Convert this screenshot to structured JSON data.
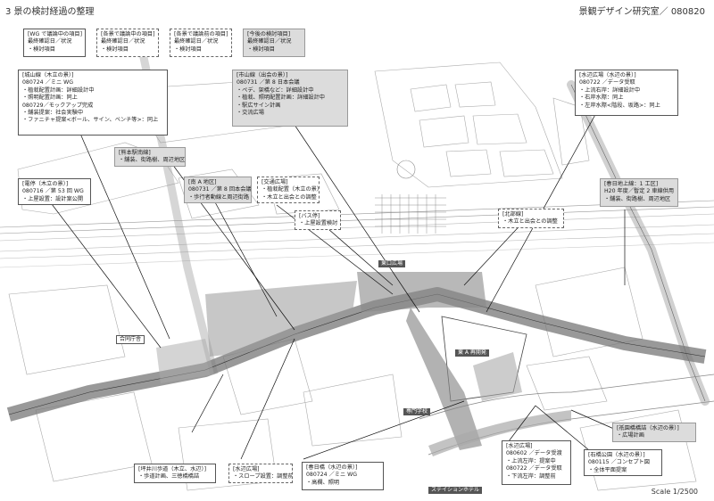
{
  "header": {
    "title": "3 景の検討経過の整理",
    "office": "景観デザイン研究室／ 080820"
  },
  "legend": [
    {
      "heading": "[WG で議論中の項目]",
      "lines": [
        "最終確認日／状況",
        "・検討項目"
      ]
    },
    {
      "heading": "[各景で議論中の項目]",
      "lines": [
        "最終確認日／状況",
        "・検討項目"
      ]
    },
    {
      "heading": "[各景で議論前の項目]",
      "lines": [
        "最終確認日／状況",
        "・検討項目"
      ]
    },
    {
      "heading": "[今後の検討項目]",
      "lines": [
        "最終確認日／状況",
        "・検討項目"
      ]
    }
  ],
  "callouts": {
    "shiroyama": {
      "heading": "[城山線（木立の景）]",
      "lines": [
        "080724 ／ミニ WG",
        "・植栽配置計画：詳細設計中",
        "・照明配置計画：同上",
        "080729／モックアップ完成",
        "・舗装提案：社会実験中",
        "・ファニチャ提案<ボール、サイン、ベンチ等>：同上"
      ]
    },
    "ichiyama": {
      "heading": "[市山線（出会の景）]",
      "lines": [
        "080731 ／第 8 日本会議",
        "・ペデ、架橋など：詳細設計中",
        "・植栽、照明配置計画：詳細設計中",
        "・駅広サイン計画",
        "・交流広場"
      ]
    },
    "mizube_square": {
      "heading": "[水辺広場（水辺の景）]",
      "lines": [
        "080722 ／データ受取",
        "・上流右岸：詳細設計中",
        "・右岸水際：同上",
        "・左岸水際<階段、坂路>：同上"
      ]
    },
    "kumamoto_station": {
      "heading": "[熊本駅南線]",
      "lines": [
        "・舗装、街路樹、周辺地区"
      ]
    },
    "densha": {
      "heading": "[電停（木立の景）]",
      "lines": [
        "080716 ／第 53 回 WG",
        "・上屋設置：設計案公開"
      ]
    },
    "minami_a": {
      "heading": "[南 A 地区]",
      "lines": [
        "080731 ／第 8 回本会議",
        "・歩行者動線と周辺街路"
      ]
    },
    "koryu": {
      "heading": "[交通広場]",
      "lines": [
        "・植栽配置（木立の景）",
        "・木立と出会との調整"
      ]
    },
    "bus_stop": {
      "heading": "[バス停]",
      "lines": [
        "・上屋設置検討"
      ]
    },
    "kasuga_upper": {
      "heading": "[春日地上線：1 工区]",
      "lines": [
        "H20 年度／暫定 2 車線供用",
        "・舗装、街路樹、周辺地区"
      ]
    },
    "kitaguchi": {
      "heading": "[北部線]",
      "lines": [
        "・木立と出会との調整"
      ]
    },
    "tsuboigawa": {
      "heading": "[坪井川歩道（木立、水辺）]",
      "lines": [
        "・歩道計画、三徳橋橋詰"
      ]
    },
    "mizube_square2": {
      "heading": "[水辺広場]",
      "lines": [
        "・スロープ設置：調整前"
      ]
    },
    "kasuga_bridge": {
      "heading": "[春日橋（水辺の景）]",
      "lines": [
        "080724 ／ミニ WG",
        "・高欄、照明"
      ]
    },
    "mizube_square3": {
      "heading": "[水辺広場]",
      "lines": [
        "080602 ／データ受渡",
        "・上流左岸：提案中",
        "080722 ／データ受取",
        "・下流左岸：調整前"
      ]
    },
    "ishibashi": {
      "heading": "[石橋公園（水辺の景）]",
      "lines": [
        "080115 ／コンセプト図",
        "・全体平面提案"
      ]
    },
    "gionbashi": {
      "heading": "[祇園橋橋詰（水辺の景）]",
      "lines": [
        "・広場計画"
      ]
    }
  },
  "map_labels": {
    "higashiguchi": "東口広場",
    "higashi_a": "東 A 再開発",
    "godo_chosha": "合同庁舎",
    "senmon": "専門学校",
    "hotel": "ステイションホテル"
  },
  "scale_text": "Scale 1/2500"
}
